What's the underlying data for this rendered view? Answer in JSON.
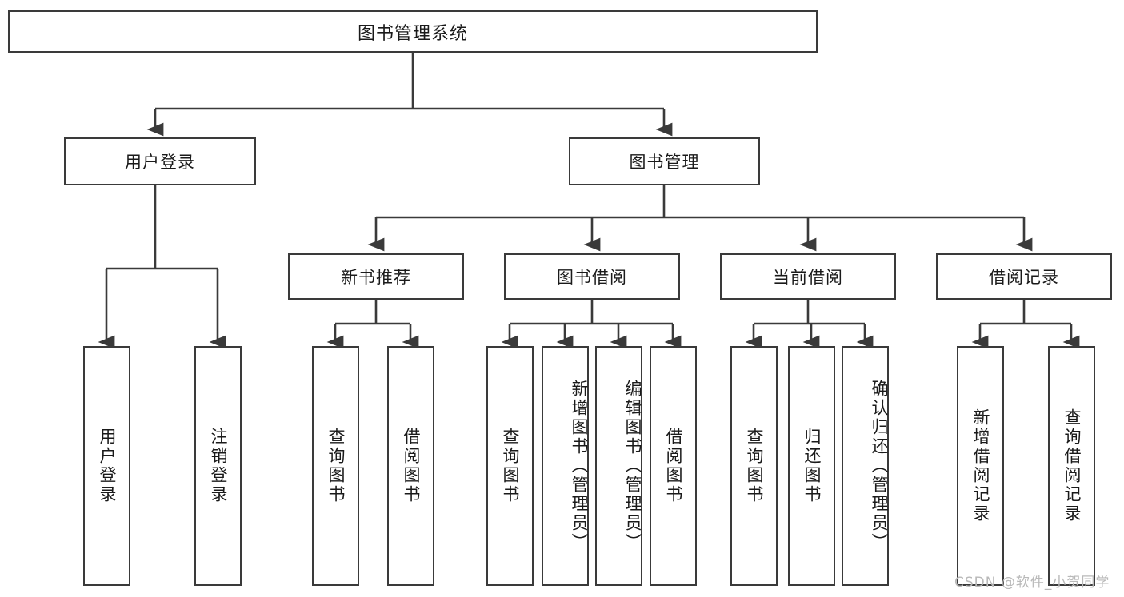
{
  "diagram": {
    "type": "hierarchy-tree",
    "root": {
      "label": "图书管理系统"
    },
    "level2": [
      {
        "label": "用户登录"
      },
      {
        "label": "图书管理"
      }
    ],
    "level3": [
      {
        "label": "新书推荐"
      },
      {
        "label": "图书借阅"
      },
      {
        "label": "当前借阅"
      },
      {
        "label": "借阅记录"
      }
    ],
    "leaves": {
      "user_login": [
        {
          "label": "用户登录"
        },
        {
          "label": "注销登录"
        }
      ],
      "new_book_recommend": [
        {
          "label": "查询图书"
        },
        {
          "label": "借阅图书"
        }
      ],
      "book_borrow": [
        {
          "label": "查询图书"
        },
        {
          "label": "新增图书（管理员）"
        },
        {
          "label": "编辑图书（管理员）"
        },
        {
          "label": "借阅图书"
        }
      ],
      "current_borrow": [
        {
          "label": "查询图书"
        },
        {
          "label": "归还图书"
        },
        {
          "label": "确认归还（管理员）"
        }
      ],
      "borrow_record": [
        {
          "label": "新增借阅记录"
        },
        {
          "label": "查询借阅记录"
        }
      ]
    }
  },
  "watermark": {
    "text": "CSDN @软件_小贺同学"
  },
  "colors": {
    "line": "#3a3a3a",
    "background": "#ffffff",
    "text": "#1a1a1a",
    "watermark": "#b9b9b9"
  }
}
